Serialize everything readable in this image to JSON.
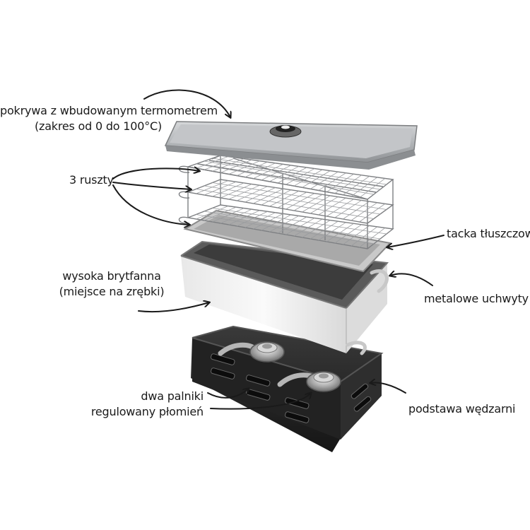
{
  "labels": {
    "lid": [
      "pokrywa z wbudowanym termometrem",
      "(zakres od 0 do 100°C)"
    ],
    "racks": "3 ruszty",
    "drip_tray": "tacka tłuszczowa",
    "roasting_pan": [
      "wysoka brytfanna",
      "(miejsce na zrębki)"
    ],
    "handles": "metalowe uchwyty",
    "burners": [
      "dwa palniki",
      "regulowany płomień"
    ],
    "base": "podstawa wędzarni"
  },
  "colors": {
    "text": "#1a1a1a",
    "steel": "#b9bbbe",
    "pan_body": "#f2f2f2",
    "base": "#2b2b2b",
    "arrow": "#1a1a1a"
  },
  "icons": {
    "lid_knob": "knob-icon",
    "burner": "burner-icon"
  }
}
